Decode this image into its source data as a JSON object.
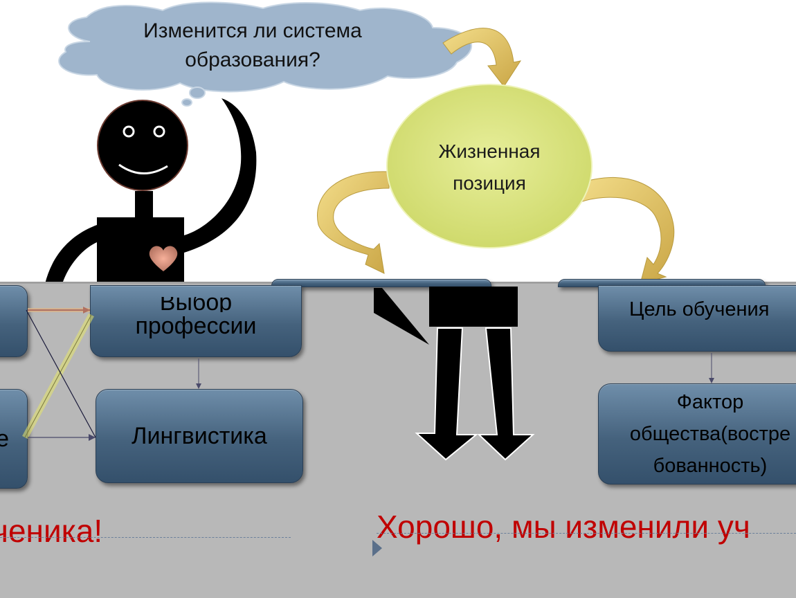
{
  "thought": {
    "line1": "Изменится ли система",
    "line2": "образования?"
  },
  "circle": {
    "line1": "Жизненная",
    "line2": "позиция"
  },
  "left_boxes": {
    "profession": {
      "line1": "Выбор",
      "line2": "профессии"
    },
    "linguistics": "Лингвистика",
    "cut_right_letter": "е"
  },
  "right_boxes": {
    "goal": "Цель обучения",
    "factor": {
      "line1": "Фактор",
      "line2": "общества(востре",
      "line3": "бованность)"
    }
  },
  "captions": {
    "left": "ченика!",
    "right": "Хорошо, мы изменили уч"
  },
  "colors": {
    "cloud": "#9fb5cc",
    "circle": "#d9e27a",
    "arrow": "#e0c060",
    "box": "#45627d",
    "red_text": "#c00000"
  }
}
